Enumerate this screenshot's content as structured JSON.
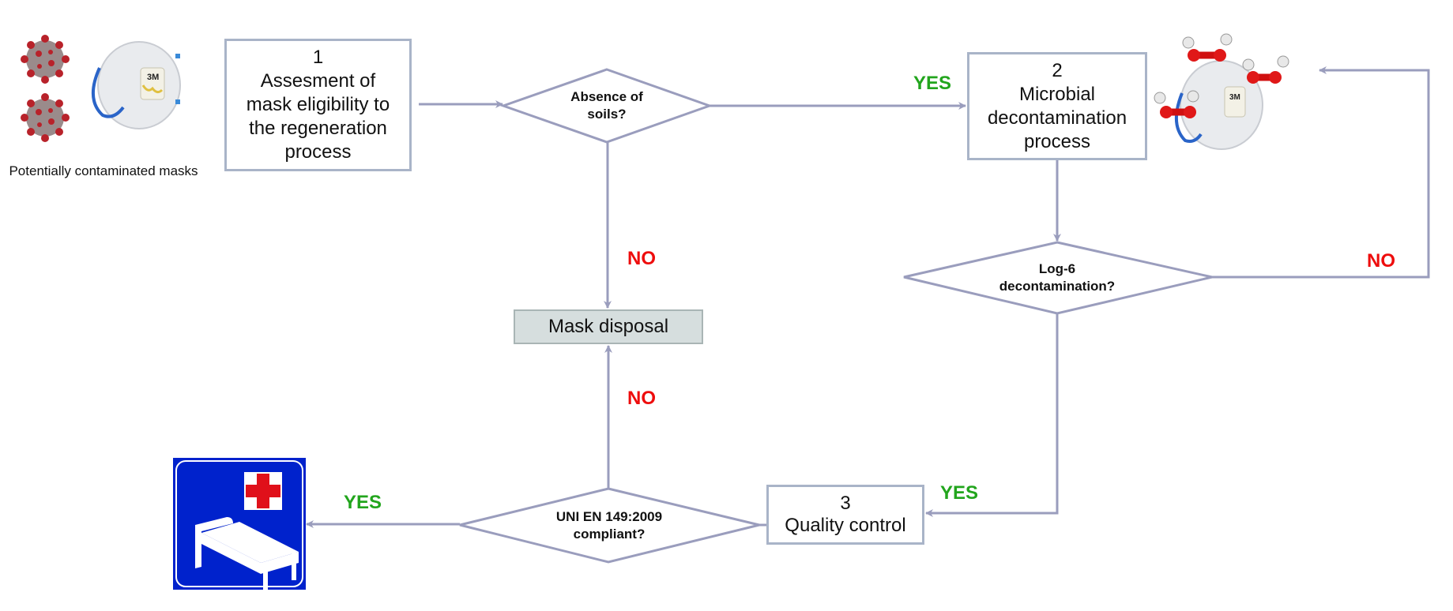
{
  "colors": {
    "connector": "#9a9dbd",
    "box_border": "#a9b4c8",
    "disposal_fill": "#d6dede",
    "yes": "#22a51d",
    "no": "#ee0d0d",
    "hospital_blue": "#0022cc",
    "cross_red": "#e0101a"
  },
  "start": {
    "caption": "Potentially contaminated masks",
    "icons": [
      "virus-icon",
      "virus-icon",
      "respirator-mask-icon"
    ]
  },
  "steps": [
    {
      "number": "1",
      "lines": [
        "Assesment of",
        "mask eligibility to",
        "the regeneration",
        "process"
      ]
    },
    {
      "number": "2",
      "lines": [
        "Microbial",
        "decontamination",
        "process"
      ]
    },
    {
      "number": "3",
      "lines": [
        "Quality control"
      ]
    }
  ],
  "decisions": [
    {
      "id": "soils",
      "lines": [
        "Absence of",
        "soils?"
      ]
    },
    {
      "id": "log6",
      "lines": [
        "Log-6",
        "decontamination?"
      ]
    },
    {
      "id": "uni",
      "lines": [
        "UNI EN 149:2009",
        "compliant?"
      ]
    }
  ],
  "disposal": {
    "label": "Mask disposal"
  },
  "edge_labels": {
    "soils_yes": "YES",
    "soils_no": "NO",
    "log6_no": "NO",
    "log6_yes": "YES",
    "uni_no": "NO",
    "uni_yes": "YES"
  },
  "end": {
    "icon": "hospital-bed-sign-icon"
  },
  "decon_icon": "mask-with-h2o2-molecules-icon"
}
